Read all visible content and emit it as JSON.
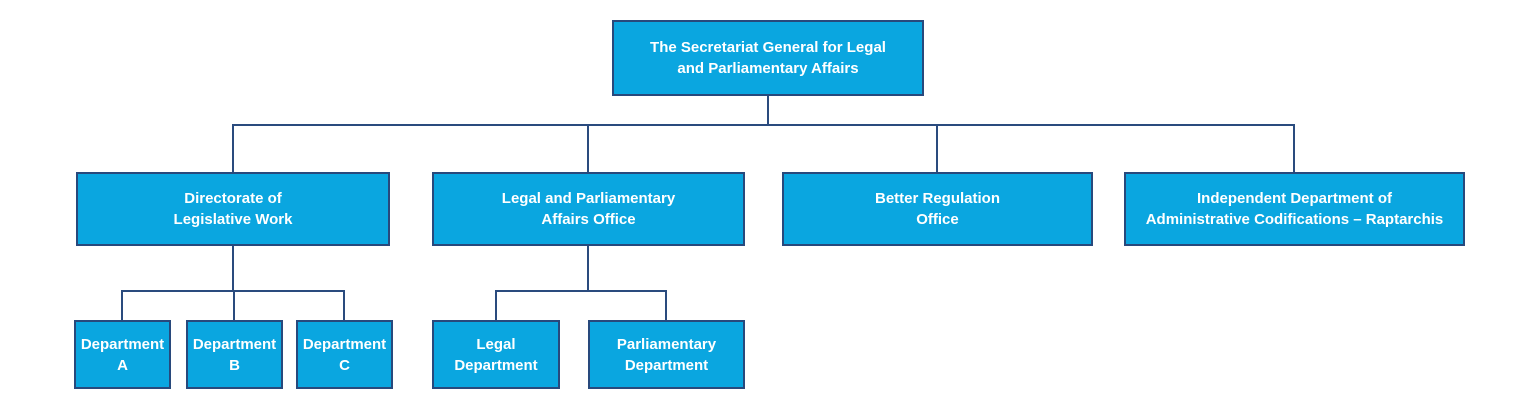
{
  "diagram": {
    "type": "org-chart",
    "colors": {
      "background": "#ffffff",
      "box_fill": "#0aa6e0",
      "box_border": "#28497c",
      "line": "#2a4b7e",
      "text": "#ffffff"
    },
    "nodes": {
      "root": {
        "label": "The Secretariat General for Legal\nand Parliamentary Affairs"
      },
      "directorate": {
        "label": "Directorate of\nLegislative Work"
      },
      "legal_office": {
        "label": "Legal and Parliamentary\nAffairs Office"
      },
      "better_regulation": {
        "label": "Better Regulation\nOffice"
      },
      "independent_dept": {
        "label": "Independent Department of\nAdministrative Codifications – Raptarchis"
      },
      "dept_a": {
        "label": "Department\nA"
      },
      "dept_b": {
        "label": "Department\nB"
      },
      "dept_c": {
        "label": "Department\nC"
      },
      "legal_dept": {
        "label": "Legal\nDepartment"
      },
      "parliamentary_dept": {
        "label": "Parliamentary\nDepartment"
      }
    },
    "hierarchy": {
      "root": [
        "directorate",
        "legal_office",
        "better_regulation",
        "independent_dept"
      ],
      "directorate": [
        "dept_a",
        "dept_b",
        "dept_c"
      ],
      "legal_office": [
        "legal_dept",
        "parliamentary_dept"
      ]
    }
  }
}
